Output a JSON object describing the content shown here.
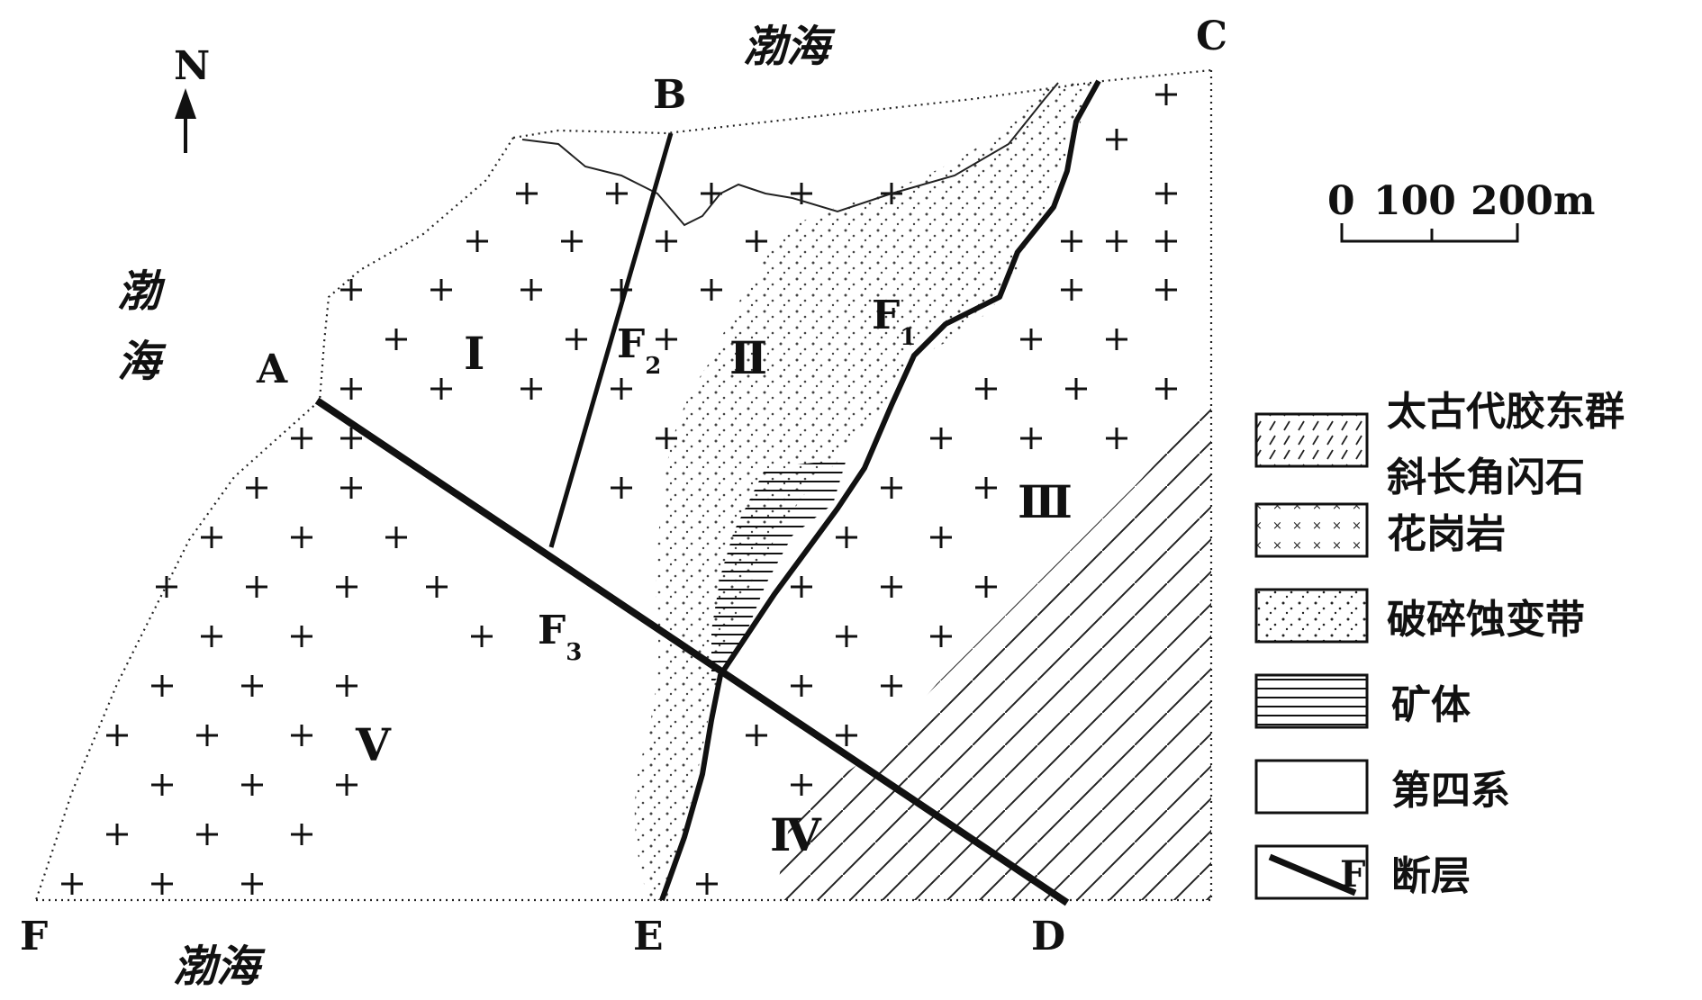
{
  "sea_labels": {
    "north": "渤海",
    "west_top": "渤",
    "west_bottom": "海",
    "south": "渤海"
  },
  "compass": {
    "label": "N"
  },
  "corners": {
    "A": "A",
    "B": "B",
    "C": "C",
    "D": "D",
    "E": "E",
    "F": "F"
  },
  "zones": {
    "z1": "Ⅰ",
    "z2": "Ⅱ",
    "z3": "Ⅲ",
    "z4": "Ⅳ",
    "z5": "Ⅴ"
  },
  "faults": {
    "f1": {
      "main": "F",
      "sub": "1"
    },
    "f2": {
      "main": "F",
      "sub": "2"
    },
    "f3": {
      "main": "F",
      "sub": "3"
    }
  },
  "scale": {
    "t0": "0",
    "t1": "100",
    "t2": "200m"
  },
  "legend": {
    "items": [
      {
        "key": "gneiss",
        "line1": "太古代胶东群",
        "line2": "斜长角闪石"
      },
      {
        "key": "granite",
        "line1": "花岗岩"
      },
      {
        "key": "alteration",
        "line1": "破碎蚀变带"
      },
      {
        "key": "ore",
        "line1": "矿体"
      },
      {
        "key": "quaternary",
        "line1": "第四系"
      },
      {
        "key": "fault",
        "line1": "断层",
        "symbol_letter": "F"
      }
    ]
  }
}
